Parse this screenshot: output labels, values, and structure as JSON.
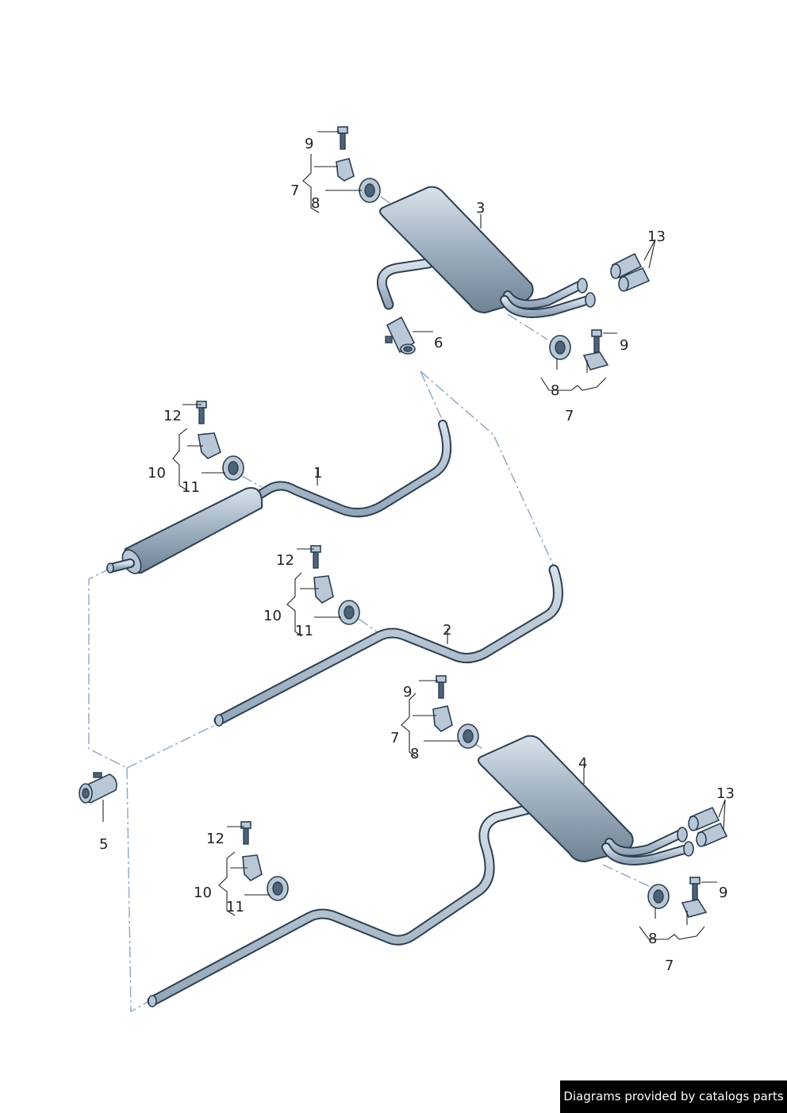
{
  "labels": {
    "l1": "1",
    "l2": "2",
    "l3": "3",
    "l4": "4",
    "l5": "5",
    "l6": "6",
    "l7": "7",
    "l8": "8",
    "l9": "9",
    "l10": "10",
    "l11": "11",
    "l12": "12",
    "l13": "13"
  },
  "credit": "Diagrams provided by catalogs parts"
}
